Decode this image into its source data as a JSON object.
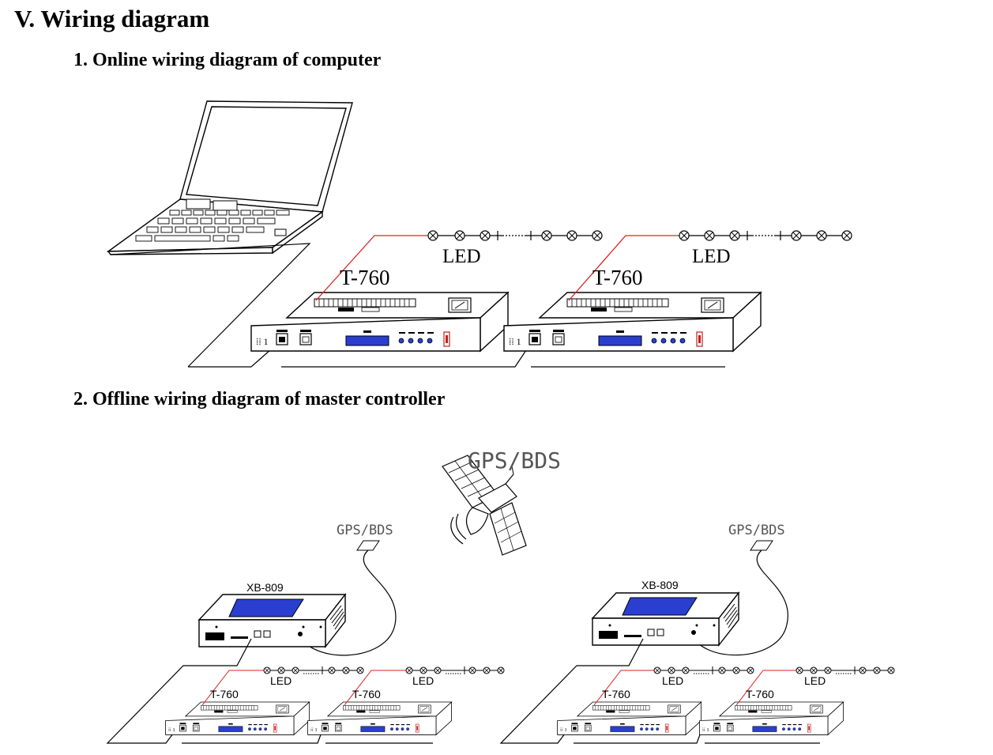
{
  "section_title": "V. Wiring diagram",
  "subsections": [
    {
      "title": "1. Online wiring diagram of computer"
    },
    {
      "title": "2. Offline wiring diagram of master controller"
    }
  ],
  "labels": {
    "controller": "T-760",
    "led": "LED",
    "gps": "GPS/BDS",
    "master": "XB-809"
  },
  "colors": {
    "signal_wire": "#e02020",
    "screen": "#2a3fd0",
    "line": "#000000"
  }
}
